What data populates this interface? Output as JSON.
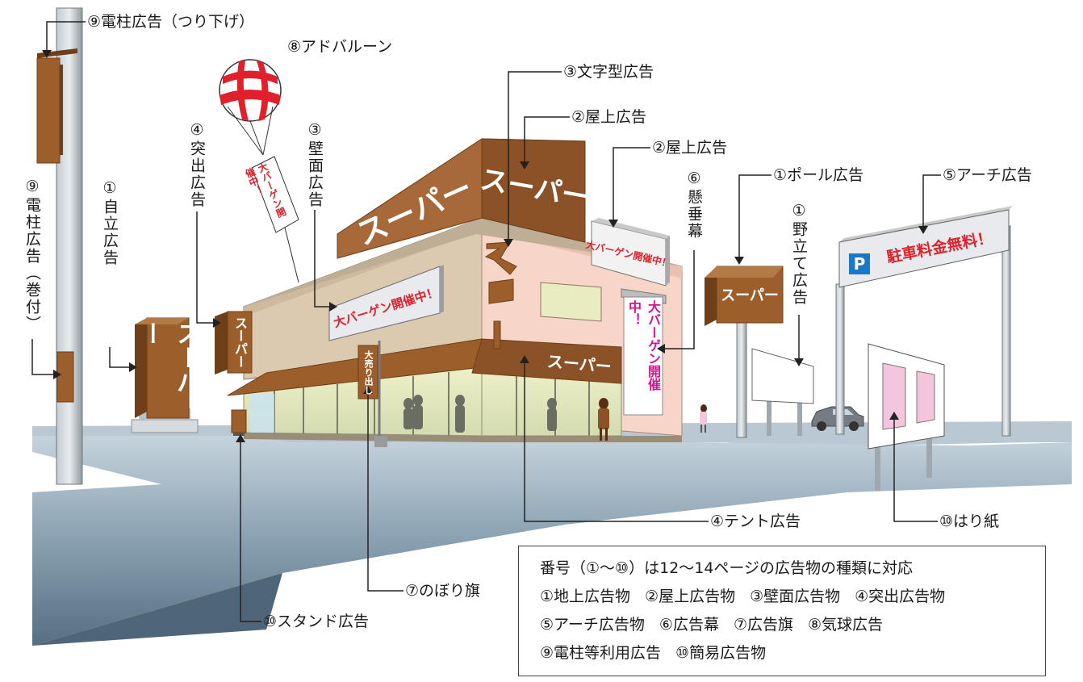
{
  "store_name": "スーパー",
  "sale_banner": "大バーゲン開催中！",
  "parking_sign": {
    "symbol": "P",
    "text": "駐車料金無料！"
  },
  "nobori_text": "大売り出し",
  "labels": {
    "l9_hanging": "⑨電柱広告（つり下げ）",
    "l8_balloon": "⑧アドバルーン",
    "l3_letter": "③文字型広告",
    "l2_rooftop_a": "②屋上広告",
    "l2_rooftop_b": "②屋上広告",
    "l1_pole": "①ポール広告",
    "l5_arch": "⑤アーチ広告",
    "l9_wrap": "⑨電柱広告（巻付）",
    "l1_freestanding": "①自立広告",
    "l4_protruding": "④突出広告",
    "l3_wall": "③壁面広告",
    "l6_banner": "⑥懸垂幕",
    "l1_billboard": "①野立て広告",
    "l4_tent": "④テント広告",
    "l10_poster": "⑩はり紙",
    "l7_flag": "⑦のぼり旗",
    "l10_stand": "⑩スタンド広告"
  },
  "legend": {
    "intro": "番号（①〜⑩）は12〜14ページの広告物の種類に対応",
    "rows": [
      [
        "①地上広告物",
        "②屋上広告物",
        "③壁面広告物",
        "④突出広告物"
      ],
      [
        "⑤アーチ広告物",
        "⑥広告幕",
        "⑦広告旗",
        "⑧気球広告"
      ],
      [
        "⑨電柱等利用広告",
        "⑩簡易広告物"
      ]
    ]
  },
  "colors": {
    "sign_brown": "#9c5f2c",
    "sign_brown_dark": "#6e3f18",
    "wall_beige": "#dccab0",
    "wall_pink": "#f7d5c8",
    "road": "#7e98aa",
    "pole": "#9ea8ae",
    "sale_red": "#e0202a",
    "sale_magenta": "#d8128a",
    "parking_blue": "#1a78c8"
  }
}
